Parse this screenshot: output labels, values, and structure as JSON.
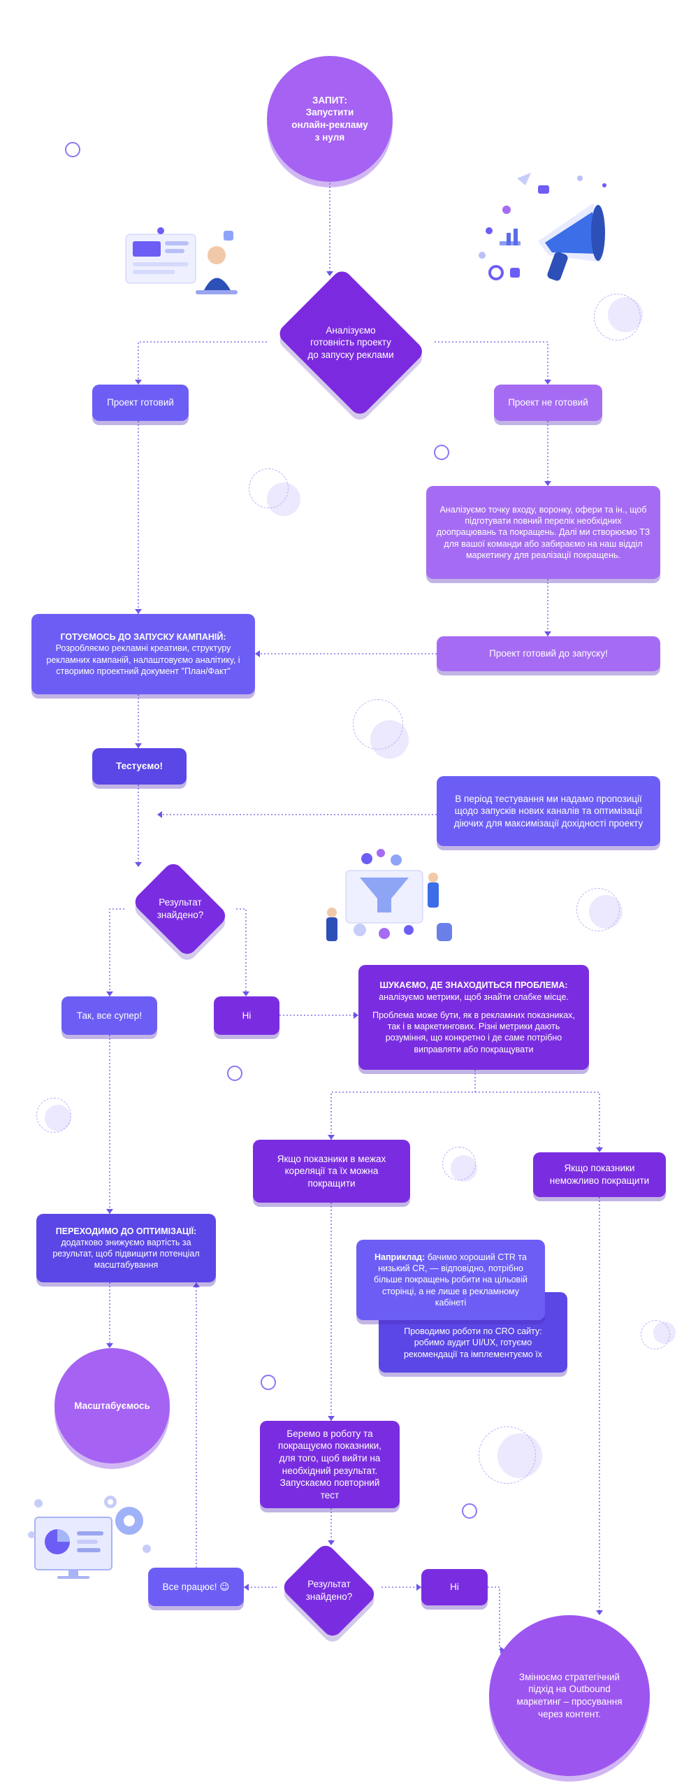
{
  "diagram": {
    "start": {
      "line1": "ЗАПИТ:",
      "line2": "Запустити",
      "line3": "онлайн-рекламу",
      "line4": "з нуля"
    },
    "decision_main": {
      "label": "Аналізуємо готовність проекту до запуску реклами"
    },
    "ready": {
      "label": "Проект готовий"
    },
    "not_ready": {
      "label": "Проект не готовий"
    },
    "analyze": {
      "label": "Аналізуємо точку входу, воронку, офери та ін., щоб підготувати повний перелік необхідних доопрацювань та покращень. Далі ми створюємо ТЗ для вашої команди або забираємо на наш відділ маркетингу для реалізації покращень."
    },
    "ready_to_launch": {
      "label": "Проект готовий до запуску!"
    },
    "prepare": {
      "title": "ГОТУЄМОСЬ ДО ЗАПУСКУ КАМПАНІЙ:",
      "body": "Розробляємо рекламні креативи, структуру рекламних кампаній, налаштовуємо аналітику, і створимо проектний документ \"План/Факт\""
    },
    "testing": {
      "label": "Тестуємо!"
    },
    "testing_note": {
      "label": "В період тестування ми надамо пропозиції щодо запусків нових каналів та оптимізації діючих для максимізації дохідності проекту"
    },
    "result1": {
      "label": "Результат знайдено?"
    },
    "yes1": {
      "label": "Так, все супер!"
    },
    "no1": {
      "label": "Ні"
    },
    "problem": {
      "title": "ШУКАЄМО, ДЕ ЗНАХОДИТЬСЯ ПРОБЛЕМА:",
      "line": "аналізуємо метрики, щоб знайти слабке місце.",
      "body": "Проблема може бути, як в рекламних показниках, так і в маркетингових. Різні метрики дають розуміння, що конкретно і де саме потрібно виправляти або покращувати"
    },
    "improve": {
      "label": "Якщо показники в межах кореляції та їх можна покращити"
    },
    "cant_improve": {
      "label": "Якщо показники неможливо покращити"
    },
    "example": {
      "bold": "Наприклад:",
      "body": " бачимо хороший CTR та низький CR, — відповідно, потрібно більше покращень робити на цільовій сторінці, а не лише в рекламному кабінеті"
    },
    "cro": {
      "label": "Проводимо роботи по CRO сайту: робимо аудит UI/UX, готуємо рекомендації та імплементуємо їх"
    },
    "optimize": {
      "title": "ПЕРЕХОДИМО ДО ОПТИМІЗАЦІЇ:",
      "body": "додатково знижуємо вартість за результат, щоб підвищити потенціал масштабування"
    },
    "scale": {
      "label": "Масштабуємось"
    },
    "retest": {
      "label": "Беремо в роботу та покращуємо показники, для того, щоб вийти на необхідний результат. Запускаємо повторний тест"
    },
    "result2": {
      "label": "Результат знайдено?"
    },
    "works": {
      "label": "Все працює! 😉"
    },
    "no2": {
      "label": "Ні"
    },
    "final": {
      "label": "Змінюємо стратегічний підхід на Outbound маркетинг – просування через контент."
    }
  },
  "colors": {
    "connector": "#6d55e8",
    "primary_blue": "#6c5ef5",
    "violet": "#7a2de0",
    "lilac": "#a56cf3",
    "circle": "#a562f3"
  },
  "icons": [
    "megaphone-illustration",
    "designer-illustration",
    "funnel-illustration",
    "dashboard-illustration",
    "gear-icon"
  ]
}
